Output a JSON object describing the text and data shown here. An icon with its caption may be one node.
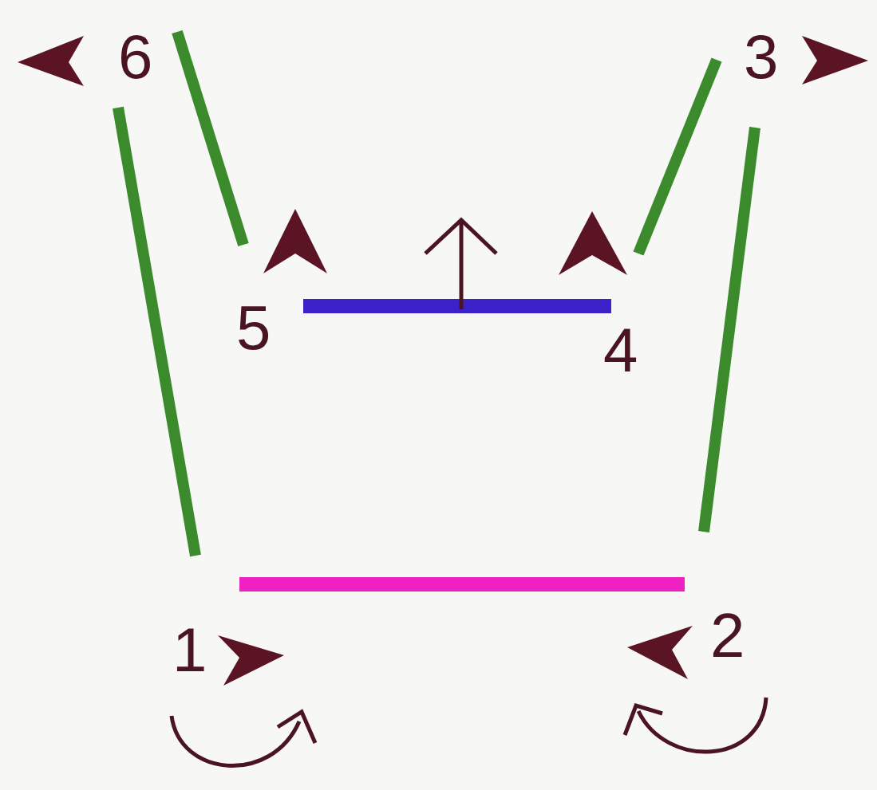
{
  "diagram": {
    "labels": [
      "6",
      "3",
      "5",
      "4",
      "1",
      "2"
    ]
  }
}
